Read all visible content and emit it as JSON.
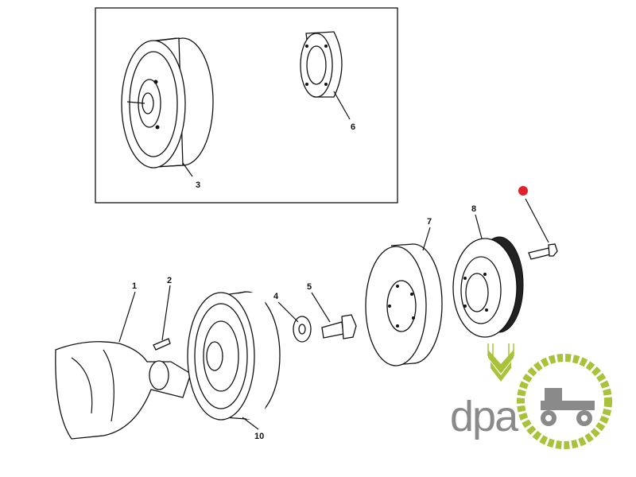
{
  "diagram": {
    "callouts": {
      "c1": "1",
      "c2": "2",
      "c3": "3",
      "c4": "4",
      "c5": "5",
      "c6": "6",
      "c7": "7",
      "c8": "8",
      "c10": "10"
    },
    "marker_color": "#e0202a"
  },
  "logo": {
    "text": "dpa",
    "green": "#a8c23a",
    "gray": "#8a8a8a"
  }
}
